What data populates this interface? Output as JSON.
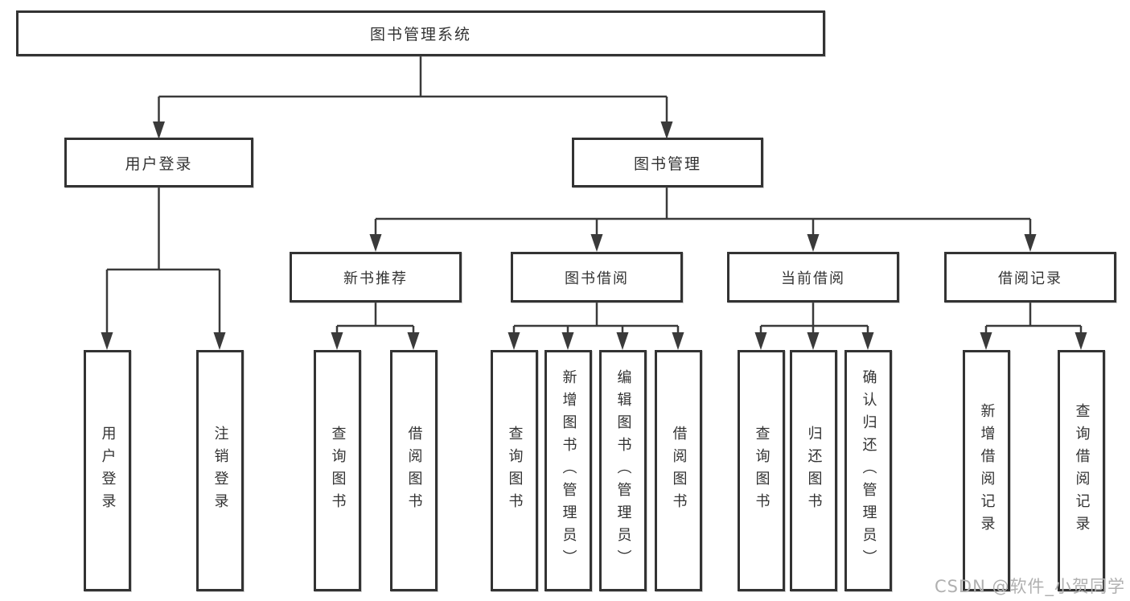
{
  "diagram": {
    "type": "hierarchy-tree",
    "colors": {
      "line": "#3a3a3a",
      "box_border": "#333333",
      "text": "#333333",
      "watermark": "#b0b0b0",
      "background": "#ffffff"
    },
    "tree": {
      "root": {
        "label": "图书管理系统",
        "children": [
          {
            "label": "用户登录",
            "children": [
              {
                "label": "用户登录"
              },
              {
                "label": "注销登录"
              }
            ]
          },
          {
            "label": "图书管理",
            "children": [
              {
                "label": "新书推荐",
                "children": [
                  {
                    "label": "查询图书"
                  },
                  {
                    "label": "借阅图书"
                  }
                ]
              },
              {
                "label": "图书借阅",
                "children": [
                  {
                    "label": "查询图书"
                  },
                  {
                    "label": "新增图书（管理员）"
                  },
                  {
                    "label": "编辑图书（管理员）"
                  },
                  {
                    "label": "借阅图书"
                  }
                ]
              },
              {
                "label": "当前借阅",
                "children": [
                  {
                    "label": "查询图书"
                  },
                  {
                    "label": "归还图书"
                  },
                  {
                    "label": "确认归还（管理员）"
                  }
                ]
              },
              {
                "label": "借阅记录",
                "children": [
                  {
                    "label": "新增借阅记录"
                  },
                  {
                    "label": "查询借阅记录"
                  }
                ]
              }
            ]
          }
        ]
      }
    },
    "watermark": "CSDN @软件_小贺同学"
  }
}
